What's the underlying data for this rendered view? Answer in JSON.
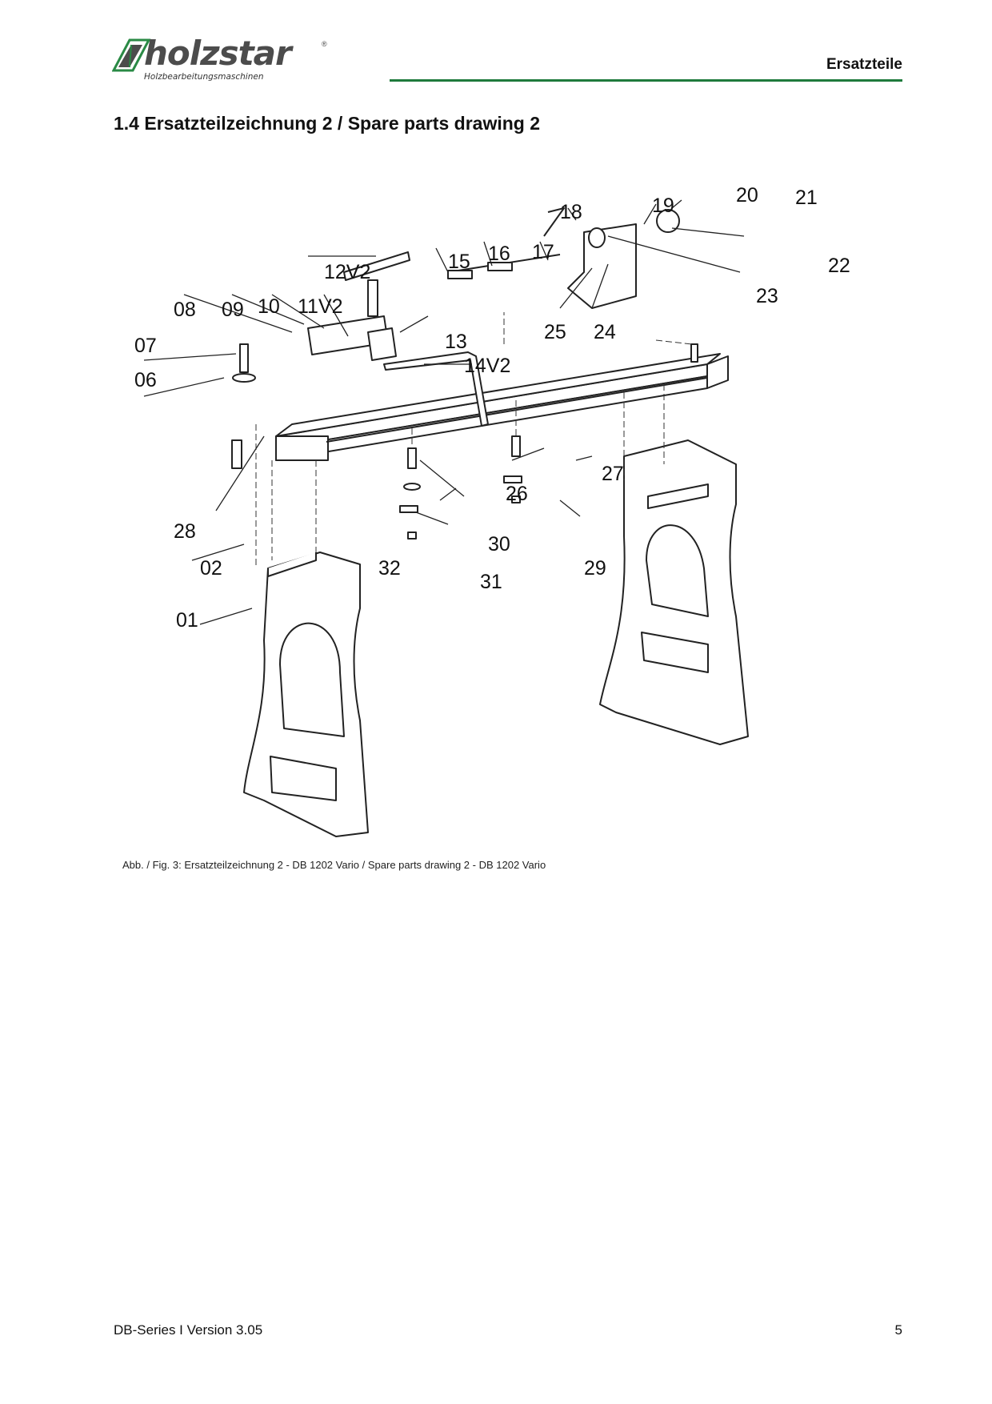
{
  "header": {
    "logo_name": "holzstar",
    "logo_tagline": "Holzbearbeitungsmaschinen",
    "logo_registered": "®",
    "section_label": "Ersatzteile",
    "accent_color": "#1e7a3c"
  },
  "title": "1.4  Ersatzteilzeichnung 2 / Spare parts drawing 2",
  "drawing": {
    "callouts": [
      "01",
      "02",
      "06",
      "07",
      "08",
      "09",
      "10",
      "11V2",
      "12V2",
      "13",
      "14V2",
      "15",
      "16",
      "17",
      "18",
      "19",
      "20",
      "21",
      "22",
      "23",
      "24",
      "25",
      "26",
      "27",
      "28",
      "29",
      "30",
      "31",
      "32"
    ]
  },
  "caption": "Abb. / Fig. 3: Ersatzteilzeichnung 2 - DB 1202 Vario / Spare parts drawing 2 - DB 1202 Vario",
  "footer": {
    "left": "DB-Series I Version 3.05",
    "page_number": "5"
  }
}
